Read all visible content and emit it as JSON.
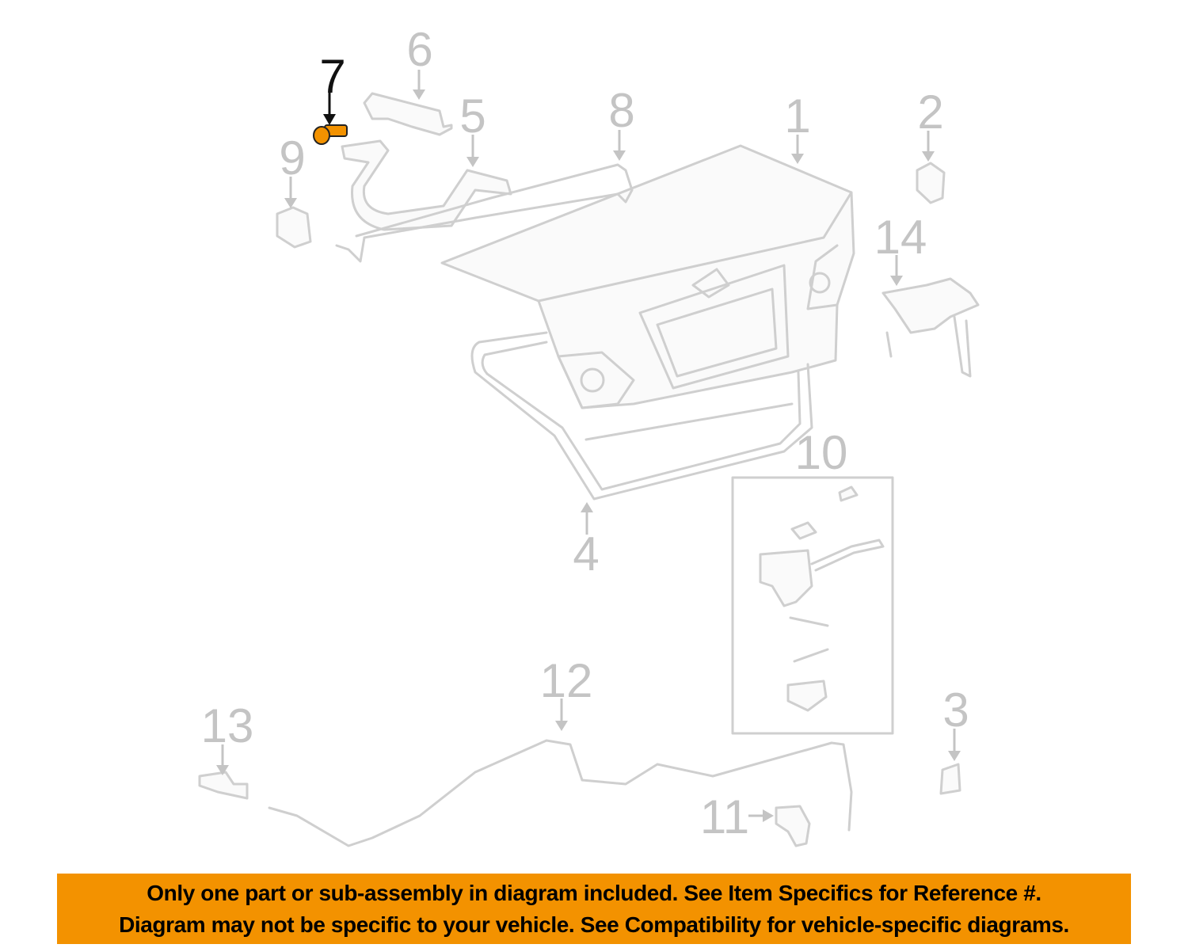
{
  "diagram": {
    "highlight_color": "#f39200",
    "highlighted_part": "7",
    "callouts": [
      "1",
      "2",
      "3",
      "4",
      "5",
      "6",
      "7",
      "8",
      "9",
      "10",
      "11",
      "12",
      "13",
      "14"
    ]
  },
  "banner": {
    "line1": "Only one part or sub-assembly in diagram included. See Item Specifics for Reference #.",
    "line2": "Diagram may not be specific to your vehicle. See Compatibility for vehicle-specific diagrams."
  }
}
